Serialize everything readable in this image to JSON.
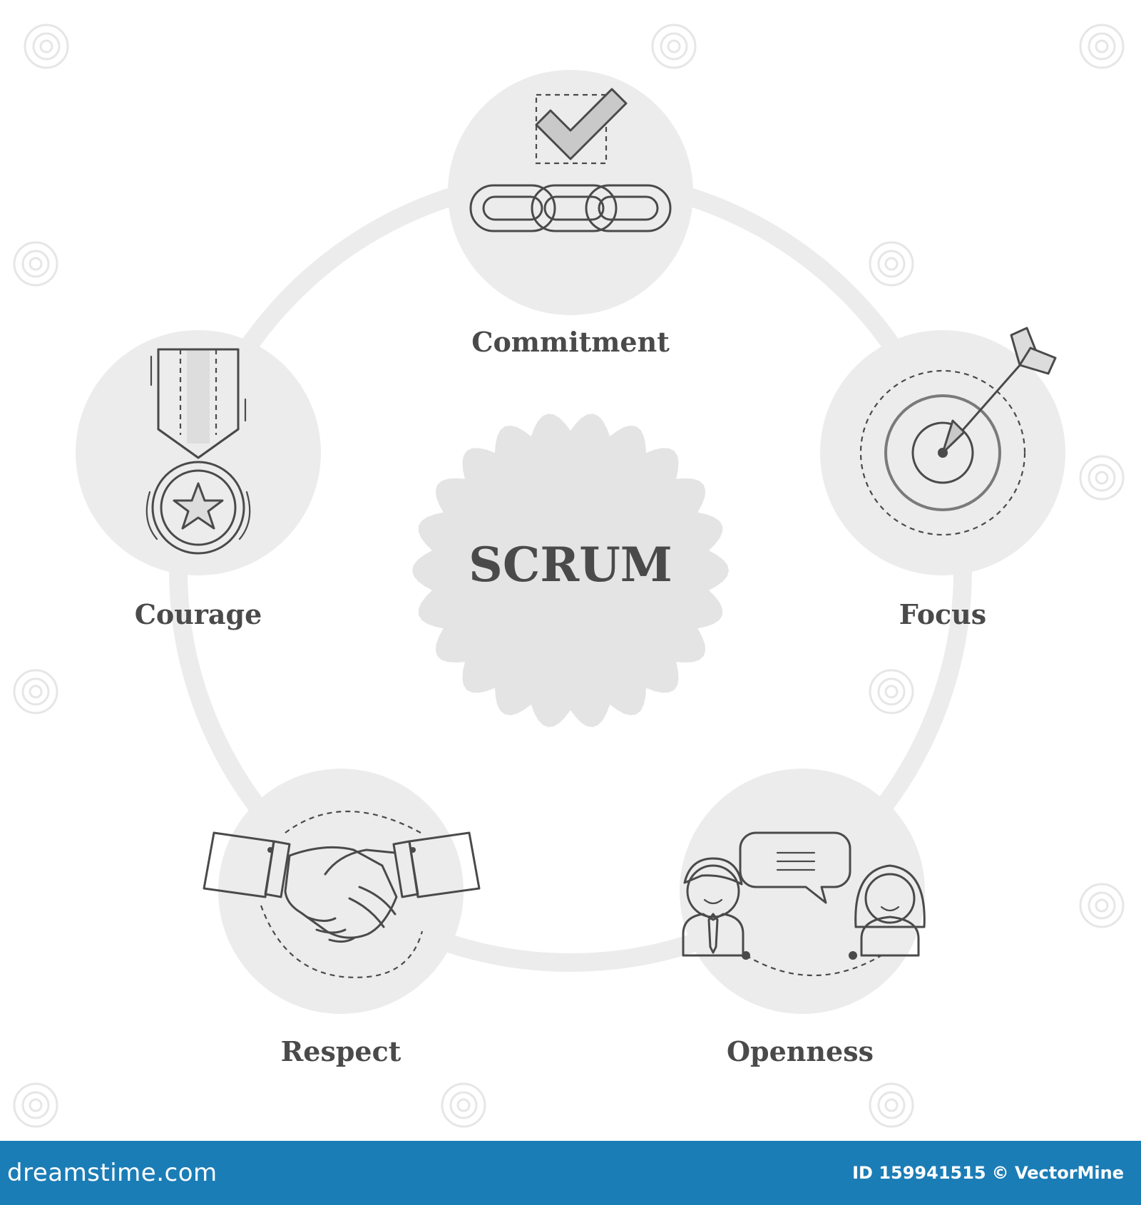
{
  "diagram": {
    "center": "SCRUM",
    "values": [
      {
        "label": "Commitment",
        "icon": "chain-check-icon"
      },
      {
        "label": "Focus",
        "icon": "target-arrow-icon"
      },
      {
        "label": "Openness",
        "icon": "conversation-people-icon"
      },
      {
        "label": "Respect",
        "icon": "handshake-icon"
      },
      {
        "label": "Courage",
        "icon": "medal-icon"
      }
    ]
  },
  "footer": {
    "logo": "dreamstime.com",
    "id": "ID 159941515",
    "credit": "© VectorMine"
  },
  "colors": {
    "ink": "#4a4a4a",
    "circle_fill": "#ececec",
    "ring": "#ececec",
    "footer_bg": "#1b7db6"
  }
}
